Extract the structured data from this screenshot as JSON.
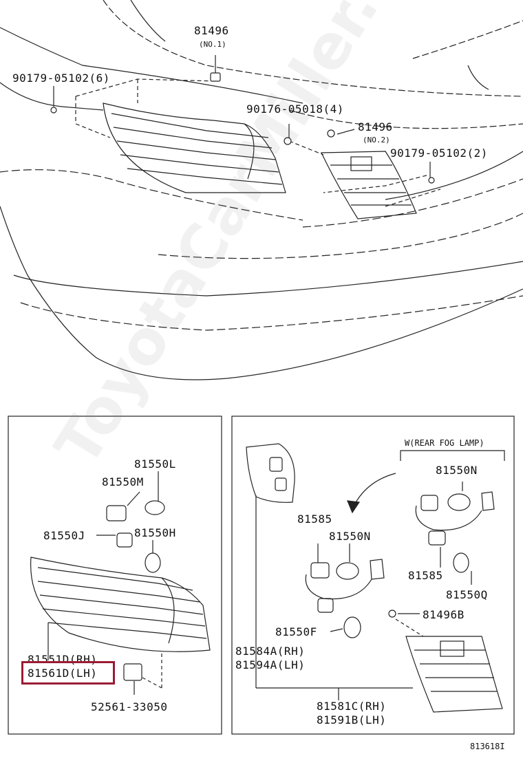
{
  "watermark": "ToyotaCarMiller.ru",
  "diagram_id": "813618I",
  "highlight_color": "#9a1b34",
  "top": {
    "labels": {
      "p81496_1": "81496",
      "p81496_1_note": "(NO.1)",
      "p90179_6": "90179-05102(6)",
      "p90176_4": "90176-05018(4)",
      "p81496_2": "81496",
      "p81496_2_note": "(NO.2)",
      "p90179_2": "90179-05102(2)"
    }
  },
  "left_box": {
    "labels": {
      "p81550L": "81550L",
      "p81550M": "81550M",
      "p81550J": "81550J",
      "p81550H": "81550H",
      "p81551D": "81551D(RH)",
      "p81561D": "81561D(LH)",
      "p52561": "52561-33050"
    }
  },
  "right_box": {
    "fog_header": "W(REAR FOG LAMP)",
    "labels": {
      "p81550N_top": "81550N",
      "p81585_top": "81585",
      "p81550N_mid": "81550N",
      "p81585_right": "81585",
      "p81550Q": "81550Q",
      "p81496B": "81496B",
      "p81550F": "81550F",
      "p81584A": "81584A(RH)",
      "p81594A": "81594A(LH)",
      "p81581C": "81581C(RH)",
      "p81591B": "81591B(LH)"
    }
  }
}
